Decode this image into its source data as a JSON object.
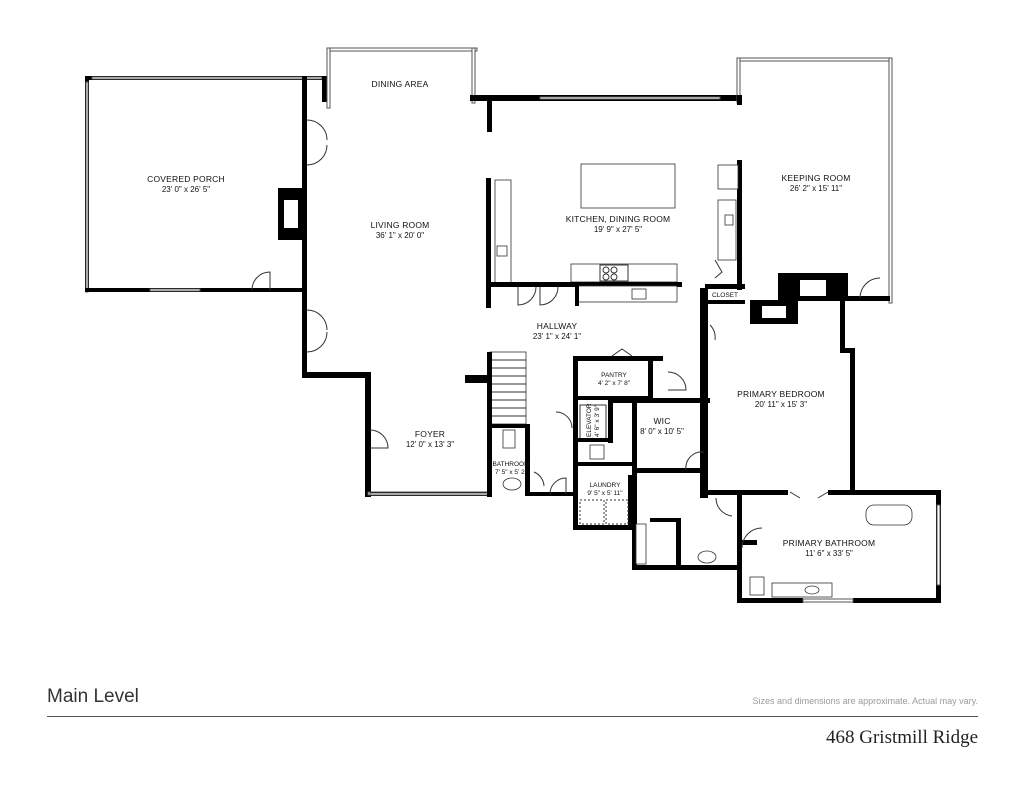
{
  "footer": {
    "level": "Main Level",
    "disclaimer": "Sizes and dimensions are approximate. Actual may vary.",
    "address": "468 Gristmill Ridge"
  },
  "rooms": {
    "covered_porch": {
      "name": "COVERED PORCH",
      "dim": "23' 0\" x 26' 5\""
    },
    "dining_area": {
      "name": "DINING AREA"
    },
    "living_room": {
      "name": "LIVING ROOM",
      "dim": "36' 1\" x 20' 0\""
    },
    "kitchen": {
      "name": "KITCHEN, DINING ROOM",
      "dim": "19' 9\" x 27' 5\""
    },
    "keeping_room": {
      "name": "KEEPING ROOM",
      "dim": "26' 2\" x 15' 11\""
    },
    "closet": {
      "name": "CLOSET"
    },
    "hallway": {
      "name": "HALLWAY",
      "dim": "23' 1\" x 24' 1\""
    },
    "pantry": {
      "name": "PANTRY",
      "dim": "4' 2\" x 7' 8\""
    },
    "primary_bedroom": {
      "name": "PRIMARY BEDROOM",
      "dim": "20' 11\" x 15' 3\""
    },
    "foyer": {
      "name": "FOYER",
      "dim": "12' 0\" x 13' 3\""
    },
    "elevator": {
      "name": "ELEVATOR",
      "dim": "4' 6\" x 3' 9\""
    },
    "wic": {
      "name": "WIC",
      "dim": "8' 0\" x 10' 5\""
    },
    "bathroom": {
      "name": "BATHROOM",
      "dim": "7' 5\" x 5' 2\""
    },
    "laundry": {
      "name": "LAUNDRY",
      "dim": "9' 5\" x 5' 11\""
    },
    "primary_bathroom": {
      "name": "PRIMARY BATHROOM",
      "dim": "11' 6\" x 33' 5\""
    }
  }
}
